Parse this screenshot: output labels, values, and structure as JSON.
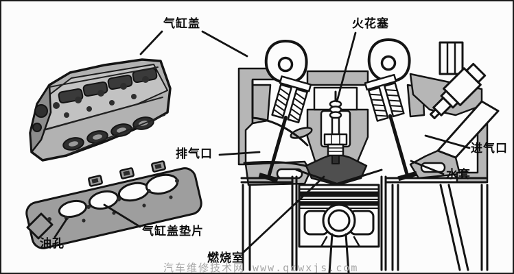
{
  "diagram": {
    "subject": "engine-cylinder-head-cross-section",
    "labels": {
      "cylinder_head": "气缸盖",
      "spark_plug": "火花塞",
      "exhaust_port": "排气口",
      "intake_port": "进气口",
      "water_jacket": "水套",
      "oil_hole": "油孔",
      "head_gasket": "气缸盖垫片",
      "combustion_chamber": "燃烧室"
    },
    "watermark": "汽车维修技术网 www.qcwxjs.com",
    "colors": {
      "line": "#141414",
      "metal_gray": "#b6b6b6",
      "dark_detail": "#2f2f2f",
      "gasket_gray": "#9e9e9e",
      "chamber_dark": "#4f4f4f",
      "watermark_gray": "#a6a6a6"
    }
  }
}
